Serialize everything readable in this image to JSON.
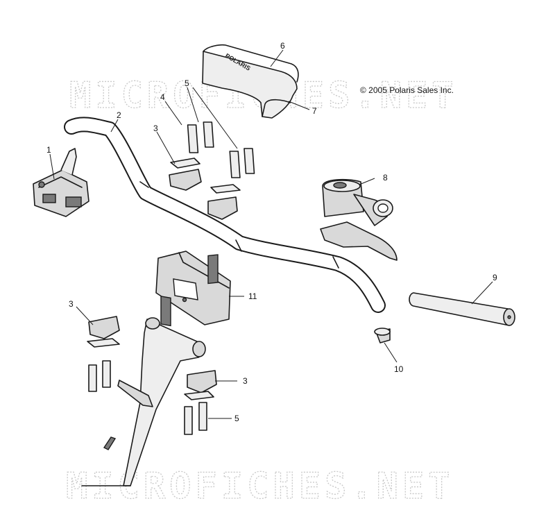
{
  "watermark": {
    "text": "MICROFICHES.NET"
  },
  "copyright": "© 2005 Polaris Sales Inc.",
  "pad_logo": "POLARIS",
  "callouts": [
    {
      "id": "c1",
      "label": "1"
    },
    {
      "id": "c2",
      "label": "2"
    },
    {
      "id": "c3a",
      "label": "3"
    },
    {
      "id": "c4",
      "label": "4"
    },
    {
      "id": "c5a",
      "label": "5"
    },
    {
      "id": "c6",
      "label": "6"
    },
    {
      "id": "c7",
      "label": "7"
    },
    {
      "id": "c8",
      "label": "8"
    },
    {
      "id": "c9",
      "label": "9"
    },
    {
      "id": "c10",
      "label": "10"
    },
    {
      "id": "c11",
      "label": "11"
    },
    {
      "id": "c3b",
      "label": "3"
    },
    {
      "id": "c3c",
      "label": "3"
    },
    {
      "id": "c5b",
      "label": "5"
    }
  ]
}
